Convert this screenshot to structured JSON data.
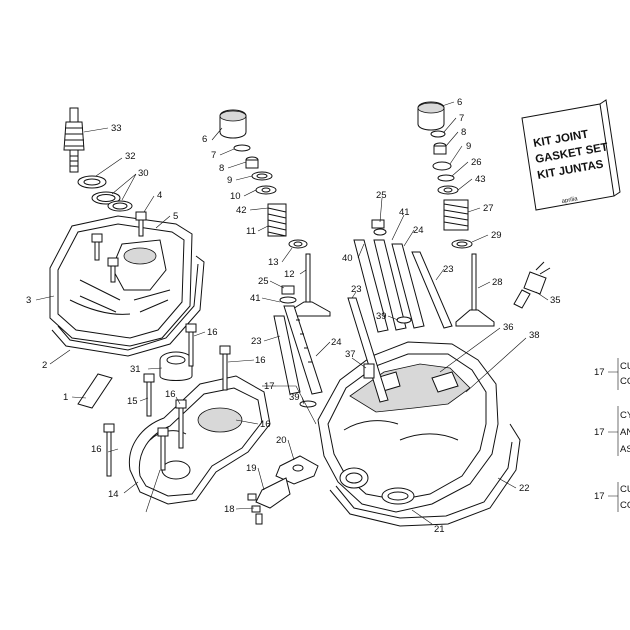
{
  "kit_box": {
    "lines": [
      "KIT JOINT",
      "GASKET SET",
      "KIT JUNTAS"
    ],
    "logo_text": "aprilia"
  },
  "callouts": [
    {
      "id": "c33",
      "label": "33"
    },
    {
      "id": "c32",
      "label": "32"
    },
    {
      "id": "c30",
      "label": "30"
    },
    {
      "id": "c4",
      "label": "4"
    },
    {
      "id": "c5",
      "label": "5"
    },
    {
      "id": "c3",
      "label": "3"
    },
    {
      "id": "c2",
      "label": "2"
    },
    {
      "id": "c1",
      "label": "1"
    },
    {
      "id": "c15",
      "label": "15"
    },
    {
      "id": "c16a",
      "label": "16"
    },
    {
      "id": "c16b",
      "label": "16"
    },
    {
      "id": "c16c",
      "label": "16"
    },
    {
      "id": "c16d",
      "label": "16"
    },
    {
      "id": "c16e",
      "label": "16"
    },
    {
      "id": "c31",
      "label": "31"
    },
    {
      "id": "c14",
      "label": "14"
    },
    {
      "id": "c6a",
      "label": "6"
    },
    {
      "id": "c7a",
      "label": "7"
    },
    {
      "id": "c8a",
      "label": "8"
    },
    {
      "id": "c9a",
      "label": "9"
    },
    {
      "id": "c10",
      "label": "10"
    },
    {
      "id": "c42",
      "label": "42"
    },
    {
      "id": "c11",
      "label": "11"
    },
    {
      "id": "c13",
      "label": "13"
    },
    {
      "id": "c12",
      "label": "12"
    },
    {
      "id": "c25a",
      "label": "25"
    },
    {
      "id": "c41a",
      "label": "41"
    },
    {
      "id": "c23a",
      "label": "23"
    },
    {
      "id": "c24a",
      "label": "24"
    },
    {
      "id": "c17",
      "label": "17"
    },
    {
      "id": "c39a",
      "label": "39"
    },
    {
      "id": "c20",
      "label": "20"
    },
    {
      "id": "c19",
      "label": "19"
    },
    {
      "id": "c18",
      "label": "18"
    },
    {
      "id": "c25b",
      "label": "25"
    },
    {
      "id": "c41b",
      "label": "41"
    },
    {
      "id": "c40",
      "label": "40"
    },
    {
      "id": "c24b",
      "label": "24"
    },
    {
      "id": "c23b",
      "label": "23"
    },
    {
      "id": "c23c",
      "label": "23"
    },
    {
      "id": "c39b",
      "label": "39"
    },
    {
      "id": "c37",
      "label": "37"
    },
    {
      "id": "c6b",
      "label": "6"
    },
    {
      "id": "c7b",
      "label": "7"
    },
    {
      "id": "c8b",
      "label": "8"
    },
    {
      "id": "c9b",
      "label": "9"
    },
    {
      "id": "c26",
      "label": "26"
    },
    {
      "id": "c43",
      "label": "43"
    },
    {
      "id": "c27",
      "label": "27"
    },
    {
      "id": "c29",
      "label": "29"
    },
    {
      "id": "c28",
      "label": "28"
    },
    {
      "id": "c35",
      "label": "35"
    },
    {
      "id": "c36",
      "label": "36"
    },
    {
      "id": "c38",
      "label": "38"
    },
    {
      "id": "c22",
      "label": "22"
    },
    {
      "id": "c21",
      "label": "21"
    }
  ],
  "side_notes": [
    {
      "id": "s1",
      "ref": "17",
      "lines": [
        "CU",
        "CO"
      ]
    },
    {
      "id": "s2",
      "ref": "17",
      "lines": [
        "CY",
        "AN",
        "AS"
      ]
    },
    {
      "id": "s3",
      "ref": "17",
      "lines": [
        "CU",
        "CO"
      ]
    }
  ]
}
